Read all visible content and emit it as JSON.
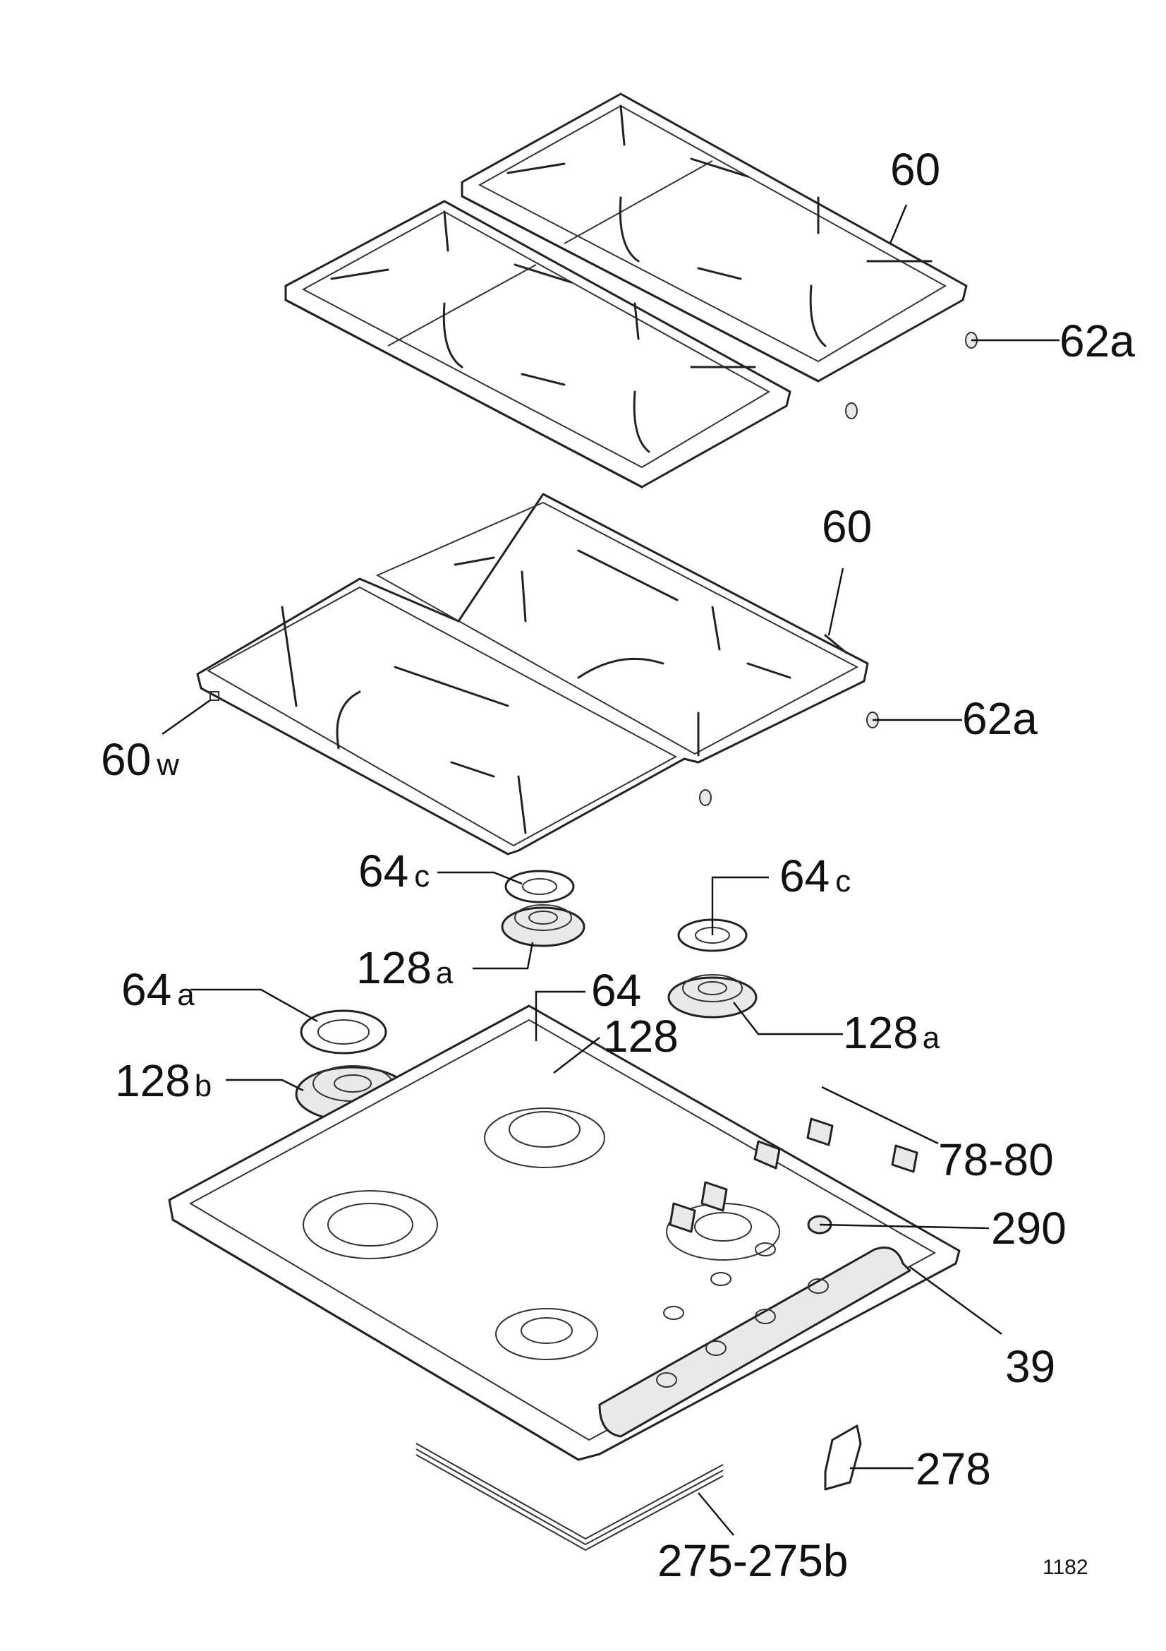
{
  "labels": {
    "top_grate": "60",
    "top_grate_foot": "62a",
    "wire_grate": "60",
    "wire_grate_foot": "62a",
    "wire_grate_w": "60",
    "wire_grate_w_suffix": "w",
    "cap_c_left": "64",
    "cap_c_left_suffix": "c",
    "cap_c_right": "64",
    "cap_c_right_suffix": "c",
    "burner_a_left": "128",
    "burner_a_left_suffix": "a",
    "burner_a_right": "128",
    "burner_a_right_suffix": "a",
    "cap_a": "64",
    "cap_a_suffix": "a",
    "cap_center": "64",
    "burner_center": "128",
    "burner_b": "128",
    "burner_b_suffix": "b",
    "knobs": "78-80",
    "ignition": "290",
    "hob": "39",
    "gasket": "275-275b",
    "clip": "278"
  },
  "drawing_code": "1182"
}
